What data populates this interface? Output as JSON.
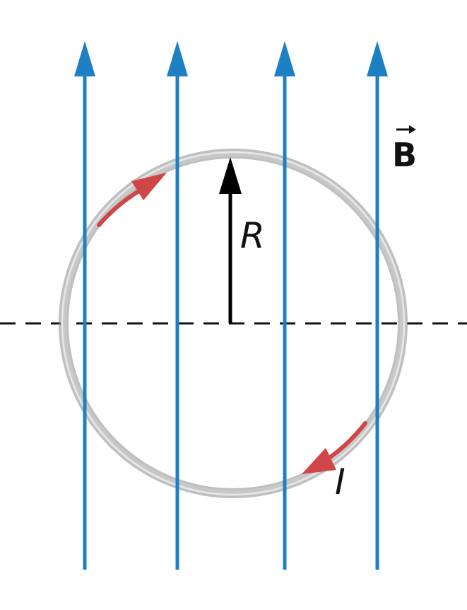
{
  "labels": {
    "field": "B",
    "radius": "R",
    "current": "I"
  },
  "colors": {
    "field_lines": "#1d7fc4",
    "loop": "#b4b4b4",
    "current_arrows": "#d04545",
    "radius_arrow": "#000000",
    "axis": "#111111"
  },
  "field_line_count": 4
}
